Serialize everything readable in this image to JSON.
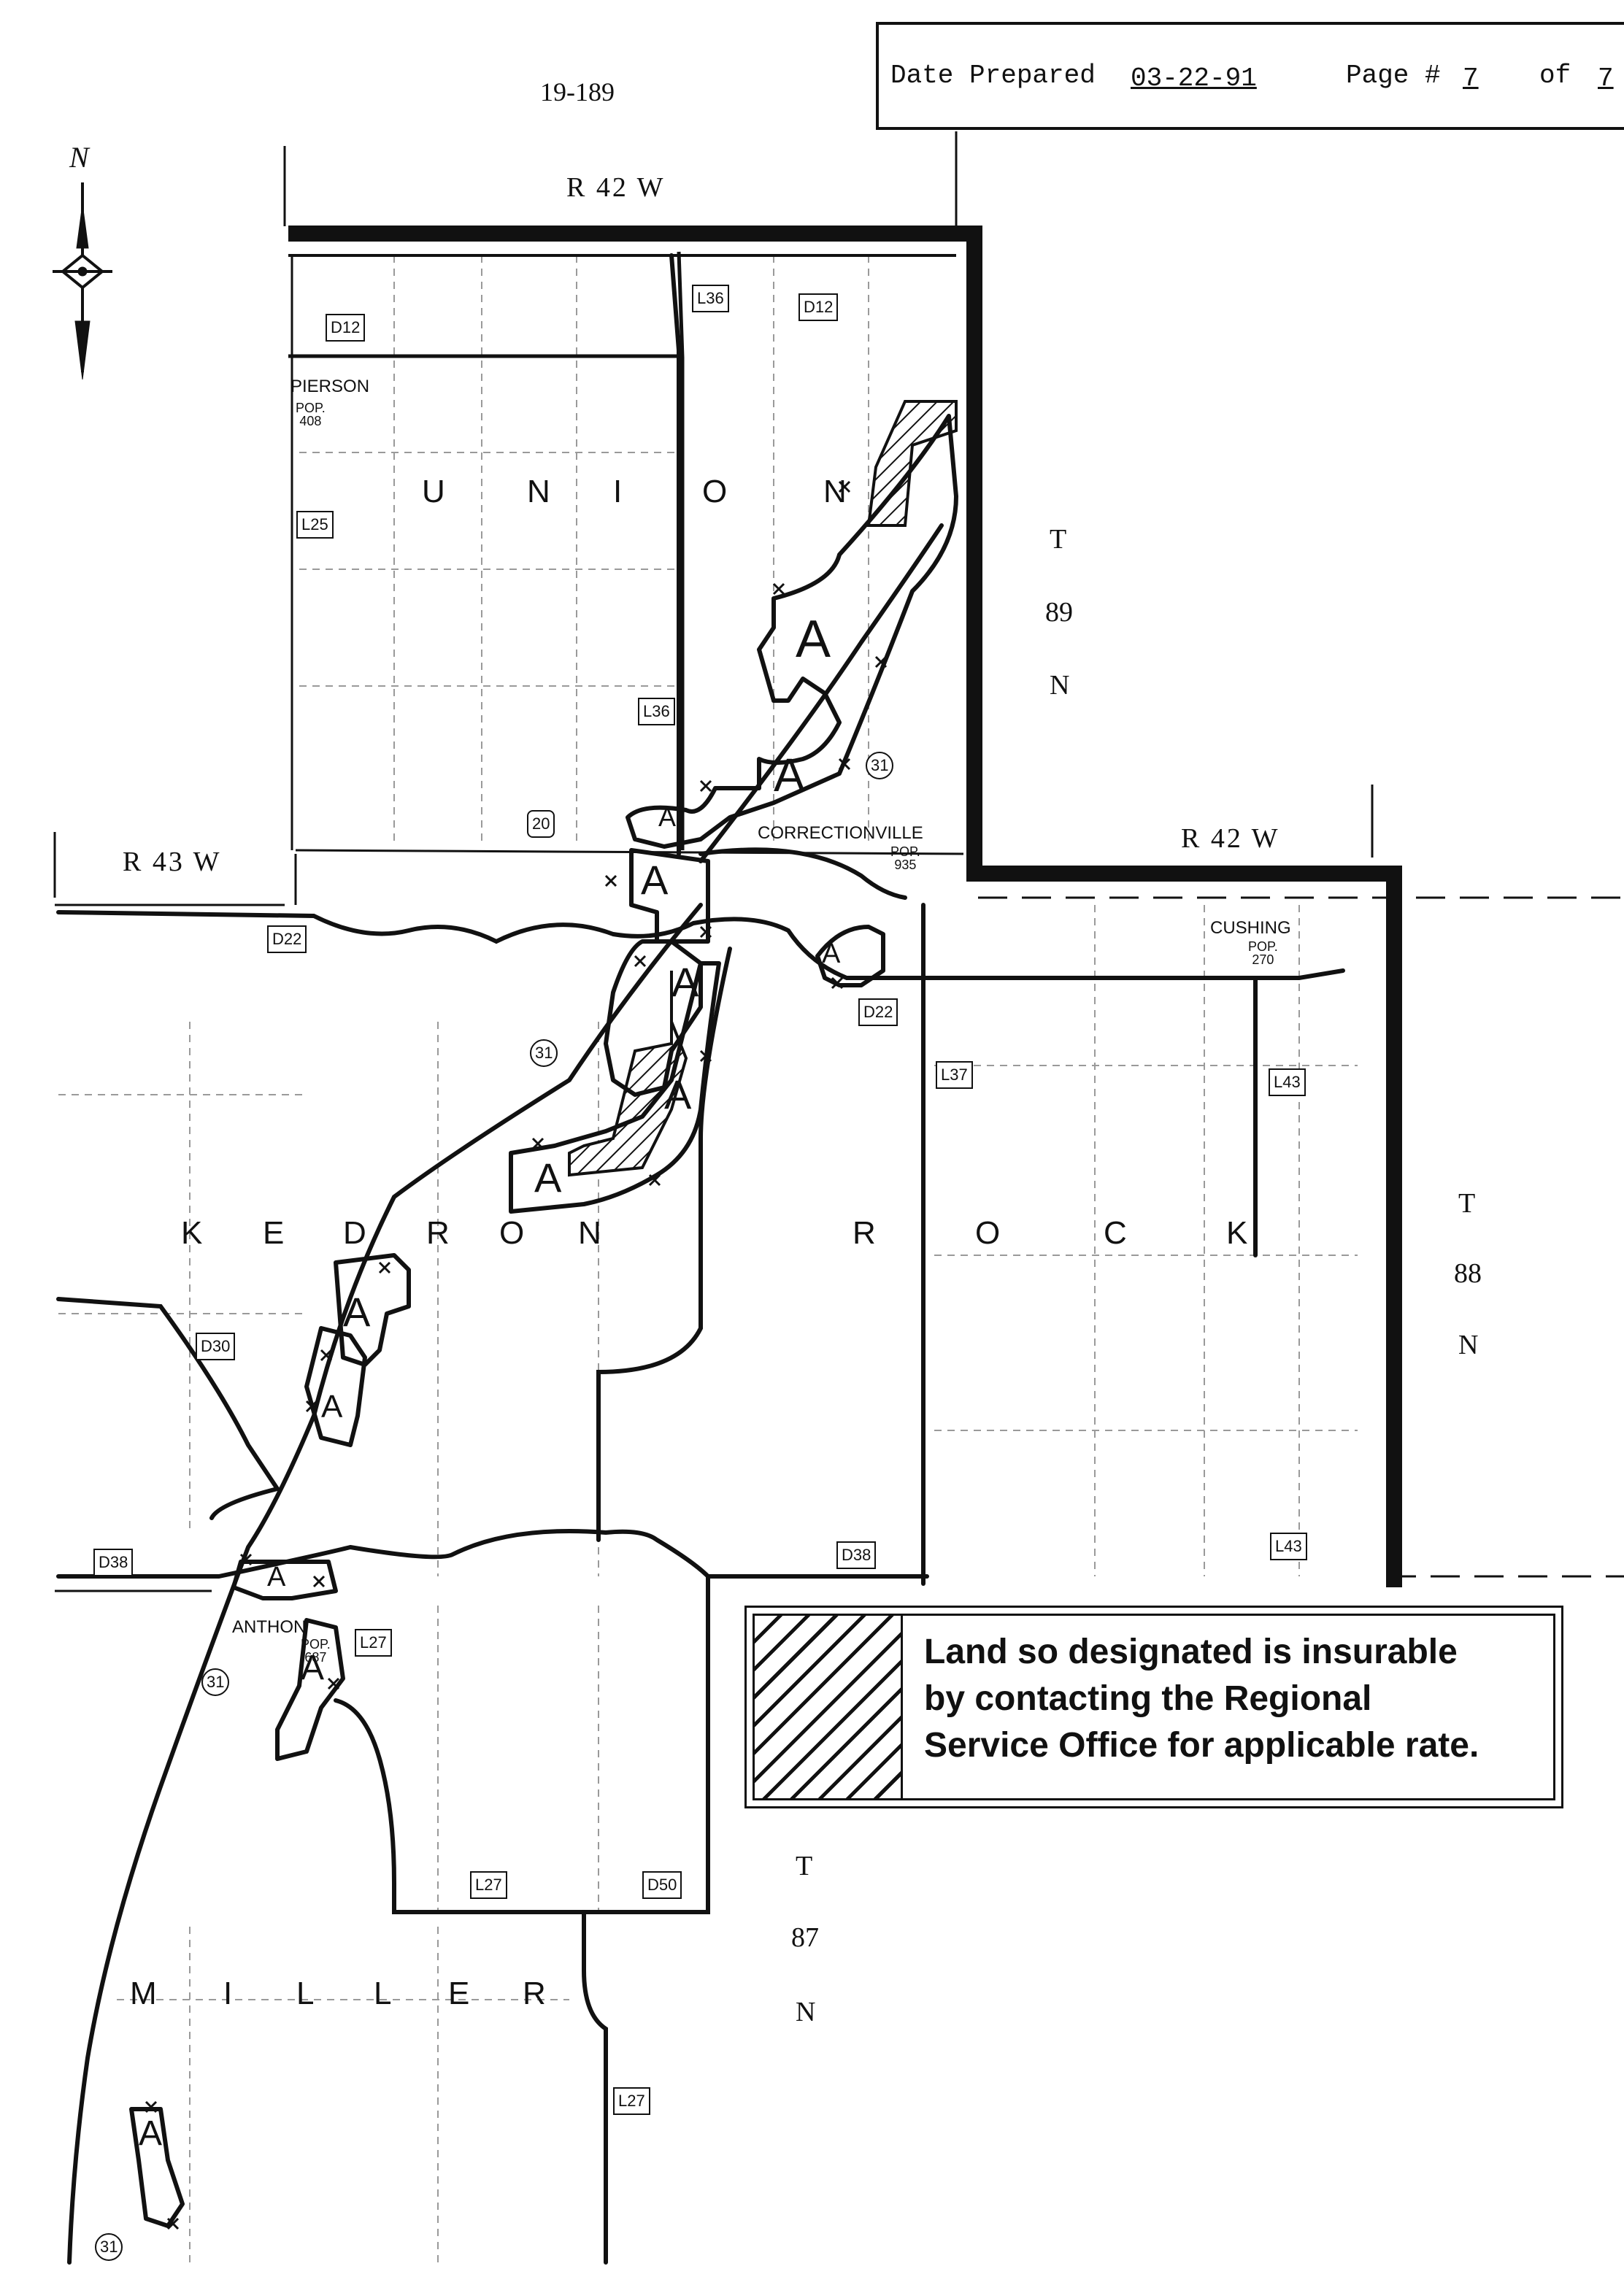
{
  "header": {
    "map_number": "19-189",
    "date_label": "Date Prepared",
    "date_value": "03-22-91",
    "page_label": "Page #",
    "page_value": "7",
    "of_label": "of",
    "of_value": "7"
  },
  "north_arrow": {
    "label": "N",
    "icon": "north-arrow-icon"
  },
  "ranges": {
    "r42w_top": "R 42 W",
    "r43w": "R 43 W",
    "r42w_right": "R 42 W"
  },
  "townships_codes": {
    "t89": [
      "T",
      "89",
      "N"
    ],
    "t88": [
      "T",
      "88",
      "N"
    ],
    "t87": [
      "T",
      "87",
      "N"
    ]
  },
  "township_names": {
    "union": [
      "U",
      "N",
      "I",
      "O",
      "N"
    ],
    "kedron": [
      "K",
      "E",
      "D",
      "R",
      "O",
      "N"
    ],
    "rock": [
      "R",
      "O",
      "C",
      "K"
    ],
    "miller": [
      "M",
      "I",
      "L",
      "L",
      "E",
      "R"
    ]
  },
  "towns": [
    {
      "name": "PIERSON",
      "pop": "POP.\n408"
    },
    {
      "name": "CORRECTIONVILLE",
      "pop": "POP.\n935"
    },
    {
      "name": "CUSHING",
      "pop": "POP.\n270"
    },
    {
      "name": "ANTHON",
      "pop": "POP.\n687"
    }
  ],
  "roads": [
    "D12",
    "L36",
    "D12",
    "L25",
    "L36",
    "20",
    "31",
    "D22",
    "D22",
    "L37",
    "L43",
    "31",
    "D30",
    "D38",
    "D38",
    "L43",
    "L27",
    "31",
    "L27",
    "D50",
    "L27",
    "31"
  ],
  "zone_label": "A",
  "legend": {
    "line1": "Land so designated is insurable",
    "line2": "by contacting the Regional",
    "line3": "Service Office for applicable rate."
  },
  "colors": {
    "ink": "#111111",
    "paper": "#ffffff",
    "faint": "#9a9a9a"
  }
}
